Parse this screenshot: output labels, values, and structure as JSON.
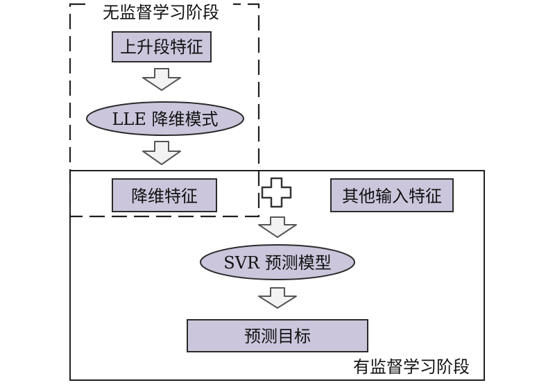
{
  "diagram": {
    "regions": {
      "unsupervised": {
        "label": "无监督学习阶段"
      },
      "supervised": {
        "label": "有监督学习阶段"
      }
    },
    "nodes": {
      "rising_features": {
        "label": "上升段特征"
      },
      "lle": {
        "label": "LLE 降维模式"
      },
      "reduced_features": {
        "label": "降维特征"
      },
      "plus": {
        "label": "+"
      },
      "other_inputs": {
        "label": "其他输入特征"
      },
      "svr": {
        "label": "SVR 预测模型"
      },
      "target": {
        "label": "预测目标"
      }
    },
    "colors": {
      "node_fill": "#cbc6dc",
      "node_stroke": "#2a2a2a",
      "arrow_fill": "#f3f3f3",
      "arrow_stroke": "#555555",
      "plus_fill": "#ffffff",
      "plus_stroke": "#333333",
      "border": "#1f1f1f"
    }
  }
}
